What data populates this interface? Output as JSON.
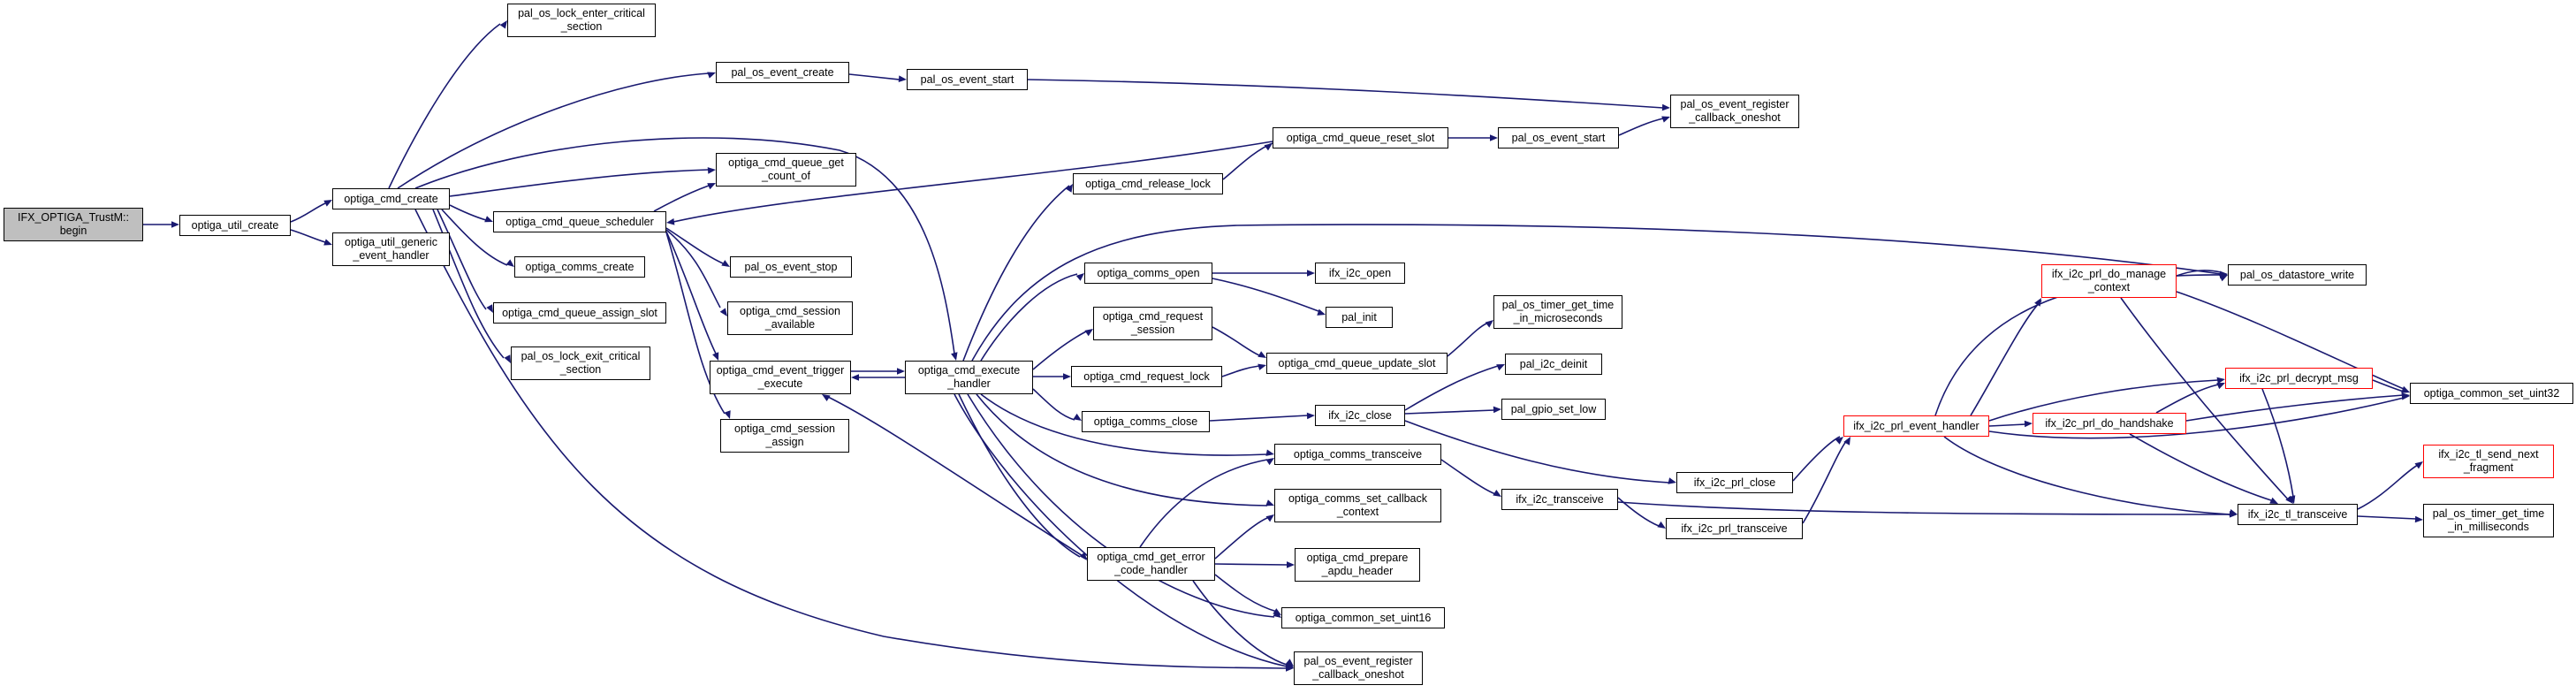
{
  "graph": {
    "nodes": {
      "ifx_optiga_trustm_begin": "IFX_OPTIGA_TrustM::\nbegin",
      "optiga_util_create": "optiga_util_create",
      "optiga_cmd_create": "optiga_cmd_create",
      "optiga_util_generic_event_handler": "optiga_util_generic\n_event_handler",
      "pal_os_lock_enter_critical_section": "pal_os_lock_enter_critical\n_section",
      "pal_os_event_create": "pal_os_event_create",
      "pal_os_event_start_top": "pal_os_event_start",
      "pal_os_event_register_callback_oneshot_top": "pal_os_event_register\n_callback_oneshot",
      "optiga_cmd_queue_get_count_of": "optiga_cmd_queue_get\n_count_of",
      "optiga_cmd_queue_scheduler": "optiga_cmd_queue_scheduler",
      "optiga_comms_create": "optiga_comms_create",
      "optiga_cmd_queue_assign_slot": "optiga_cmd_queue_assign_slot",
      "pal_os_lock_exit_critical_section": "pal_os_lock_exit_critical\n_section",
      "pal_os_event_stop": "pal_os_event_stop",
      "optiga_cmd_session_available": "optiga_cmd_session\n_available",
      "optiga_cmd_event_trigger_execute": "optiga_cmd_event_trigger\n_execute",
      "optiga_cmd_session_assign": "optiga_cmd_session\n_assign",
      "optiga_cmd_execute_handler": "optiga_cmd_execute\n_handler",
      "optiga_cmd_release_lock": "optiga_cmd_release_lock",
      "optiga_cmd_queue_reset_slot": "optiga_cmd_queue_reset_slot",
      "pal_os_event_start_mid": "pal_os_event_start",
      "optiga_comms_open": "optiga_comms_open",
      "ifx_i2c_open": "ifx_i2c_open",
      "pal_init": "pal_init",
      "optiga_cmd_request_session": "optiga_cmd_request\n_session",
      "optiga_cmd_request_lock": "optiga_cmd_request_lock",
      "optiga_cmd_queue_update_slot": "optiga_cmd_queue_update_slot",
      "pal_os_timer_get_time_in_microseconds": "pal_os_timer_get_time\n_in_microseconds",
      "optiga_comms_close": "optiga_comms_close",
      "ifx_i2c_close": "ifx_i2c_close",
      "pal_i2c_deinit": "pal_i2c_deinit",
      "pal_gpio_set_low": "pal_gpio_set_low",
      "optiga_comms_transceive": "optiga_comms_transceive",
      "ifx_i2c_transceive": "ifx_i2c_transceive",
      "optiga_comms_set_callback_context": "optiga_comms_set_callback\n_context",
      "optiga_cmd_get_error_code_handler": "optiga_cmd_get_error\n_code_handler",
      "optiga_cmd_prepare_apdu_header": "optiga_cmd_prepare\n_apdu_header",
      "optiga_common_set_uint16": "optiga_common_set_uint16",
      "pal_os_event_register_callback_oneshot_bottom": "pal_os_event_register\n_callback_oneshot",
      "ifx_i2c_prl_close": "ifx_i2c_prl_close",
      "ifx_i2c_prl_transceive": "ifx_i2c_prl_transceive",
      "ifx_i2c_prl_event_handler": "ifx_i2c_prl_event_handler",
      "ifx_i2c_prl_do_manage_context": "ifx_i2c_prl_do_manage\n_context",
      "ifx_i2c_prl_do_handshake": "ifx_i2c_prl_do_handshake",
      "ifx_i2c_prl_decrypt_msg": "ifx_i2c_prl_decrypt_msg",
      "pal_os_datastore_write": "pal_os_datastore_write",
      "optiga_common_set_uint32": "optiga_common_set_uint32",
      "ifx_i2c_tl_transceive": "ifx_i2c_tl_transceive",
      "ifx_i2c_tl_send_next_fragment": "ifx_i2c_tl_send_next\n_fragment",
      "pal_os_timer_get_time_in_milliseconds": "pal_os_timer_get_time\n_in_milliseconds"
    },
    "colors": {
      "edge": "#191970",
      "root_fill": "#bfbfbf",
      "truncated_border": "#ff0000"
    }
  }
}
